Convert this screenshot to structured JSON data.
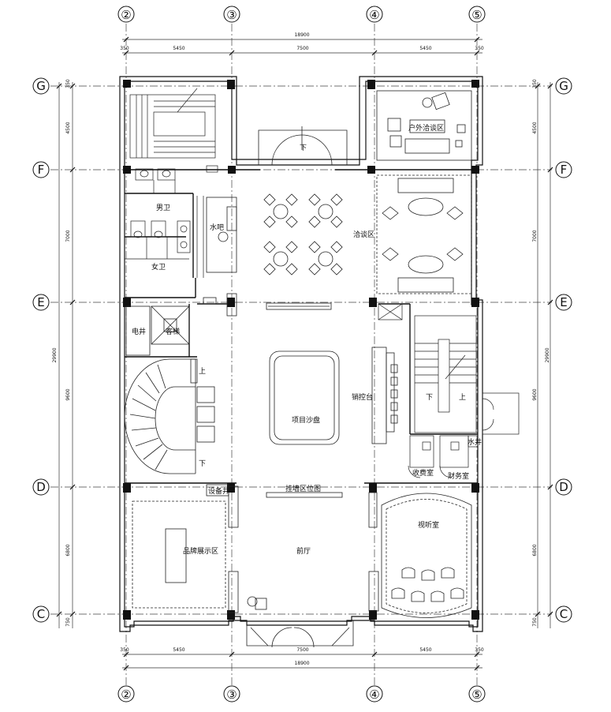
{
  "axes": {
    "columns": [
      "②",
      "③",
      "④",
      "⑤"
    ],
    "rows": [
      "G",
      "F",
      "E",
      "D",
      "C"
    ]
  },
  "dimensions": {
    "horizontal": [
      "5450",
      "7500",
      "5450"
    ],
    "horizontal_total": "18900",
    "vertical": [
      "4500",
      "7000",
      "9600",
      "6800"
    ],
    "vertical_total": "29900",
    "edge_small": "350",
    "edge_bottom": "750"
  },
  "rooms": {
    "outdoor_lounge": "户外洽谈区",
    "mens_toilet": "男卫",
    "bar": "水吧",
    "womens_toilet": "女卫",
    "negotiation": "洽谈区",
    "electric_shaft": "电井",
    "elevator": "客梯",
    "up": "上",
    "down": "下",
    "sand_table": "项目沙盘",
    "sales_counter": "销控台",
    "cashier": "收费室",
    "finance": "财务室",
    "equipment_shaft": "设备井",
    "wall_map": "挂墙区位图",
    "audio_visual": "视听室",
    "brand_display": "品牌展示区",
    "lobby": "前厅",
    "stair_down": "下",
    "stair_up": "上",
    "shaft_small": "水井"
  }
}
